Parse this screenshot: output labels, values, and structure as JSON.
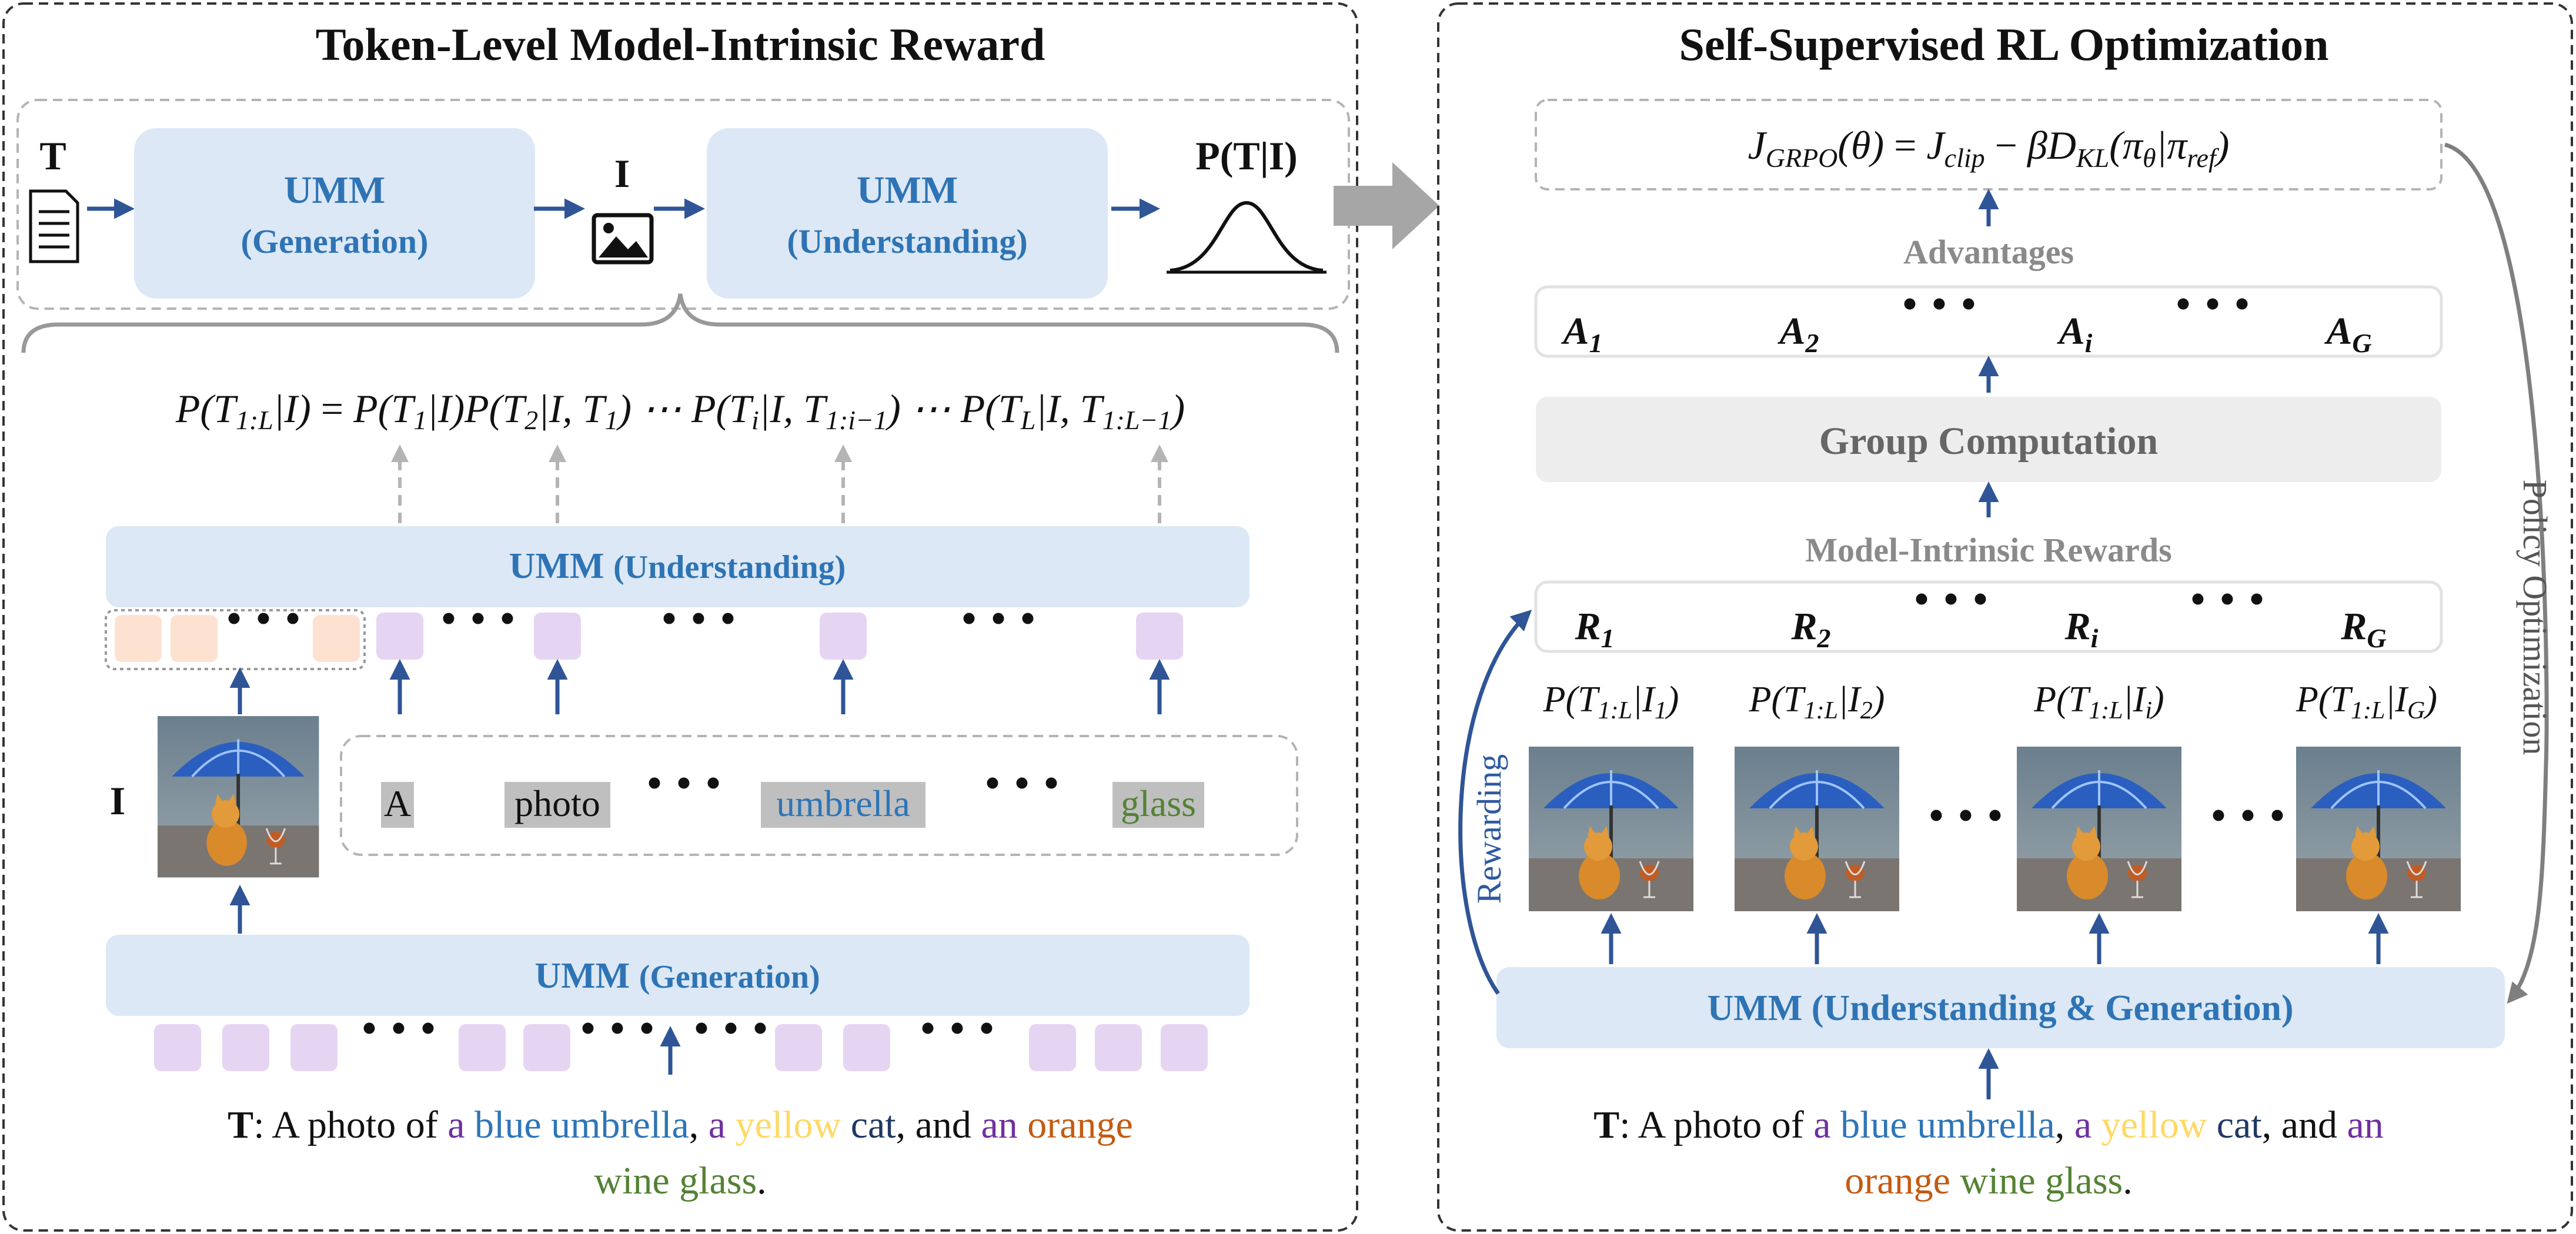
{
  "left_panel": {
    "title": "Token-Level Model-Intrinsic Reward",
    "top_flow": {
      "text_symbol": "T",
      "umm_gen": {
        "name": "UMM",
        "mode": "(Generation)"
      },
      "image_symbol": "I",
      "umm_und": {
        "name": "UMM",
        "mode": "(Understanding)"
      },
      "prob_label": "P(T|I)"
    },
    "factorization": "P(T1:L|I) = P(T1|I)P(T2|I,T1) ⋯ P(Ti|I,T1:i−1) ⋯ P(TL|I,T1:L−1)",
    "umm_understanding": {
      "name": "UMM",
      "mode": "(Understanding)"
    },
    "image_label": "I",
    "tokens": [
      "A",
      "photo",
      "umbrella",
      "glass"
    ],
    "ellipsis": "⋯",
    "umm_generation": {
      "name": "UMM",
      "mode": "(Generation)"
    },
    "prompt": {
      "prefix": "T",
      "line1": [
        {
          "text": ": A photo of ",
          "color": "#111111"
        },
        {
          "text": "a ",
          "color": "#7030a0"
        },
        {
          "text": "blue umbrella",
          "color": "#2e75b6"
        },
        {
          "text": ", ",
          "color": "#111111"
        },
        {
          "text": "a ",
          "color": "#7030a0"
        },
        {
          "text": "yellow ",
          "color": "#ffd966"
        },
        {
          "text": "cat",
          "color": "#1f3864"
        },
        {
          "text": ", and ",
          "color": "#111111"
        },
        {
          "text": "an ",
          "color": "#7030a0"
        },
        {
          "text": "orange",
          "color": "#c55a11"
        }
      ],
      "line2": [
        {
          "text": "wine glass",
          "color": "#548235"
        },
        {
          "text": ".",
          "color": "#111111"
        }
      ]
    }
  },
  "right_panel": {
    "title": "Self-Supervised RL Optimization",
    "objective": "JGRPO(θ) = Jclip − βDKL(πθ|πref)",
    "advantages_label": "Advantages",
    "advantages": [
      "A1",
      "A2",
      "Ai",
      "AG"
    ],
    "group_computation": "Group Computation",
    "rewards_label": "Model-Intrinsic Rewards",
    "rewards": [
      "R1",
      "R2",
      "Ri",
      "RG"
    ],
    "likelihoods": [
      "P(T1:L|I1)",
      "P(T1:L|I2)",
      "P(T1:L|Ii)",
      "P(T1:L|IG)"
    ],
    "rewarding_label": "Rewarding",
    "policy_label": "Policy Optimization",
    "umm_both": "UMM (Understanding & Generation)",
    "prompt": {
      "prefix": "T",
      "line1": [
        {
          "text": ": A photo of ",
          "color": "#111111"
        },
        {
          "text": "a ",
          "color": "#7030a0"
        },
        {
          "text": "blue umbrella",
          "color": "#2e75b6"
        },
        {
          "text": ", ",
          "color": "#111111"
        },
        {
          "text": "a ",
          "color": "#7030a0"
        },
        {
          "text": "yellow ",
          "color": "#ffd966"
        },
        {
          "text": "cat",
          "color": "#1f3864"
        },
        {
          "text": ", and ",
          "color": "#111111"
        },
        {
          "text": "an",
          "color": "#7030a0"
        }
      ],
      "line2": [
        {
          "text": "orange ",
          "color": "#c55a11"
        },
        {
          "text": "wine glass",
          "color": "#548235"
        },
        {
          "text": ".",
          "color": "#111111"
        }
      ]
    }
  },
  "colors": {
    "umm_box": "#dce8f5",
    "umm_text": "#2e74b5",
    "arrow": "#2f5597",
    "dashed_gray": "#b4b4b4",
    "token_peach": "#fde2d2",
    "token_lilac": "#e6d5f2",
    "token_highlight": "#bfbfbf",
    "group_box": "#ededed"
  },
  "icons": [
    "document-icon",
    "image-icon",
    "bell-curve-icon",
    "big-arrow-icon"
  ]
}
